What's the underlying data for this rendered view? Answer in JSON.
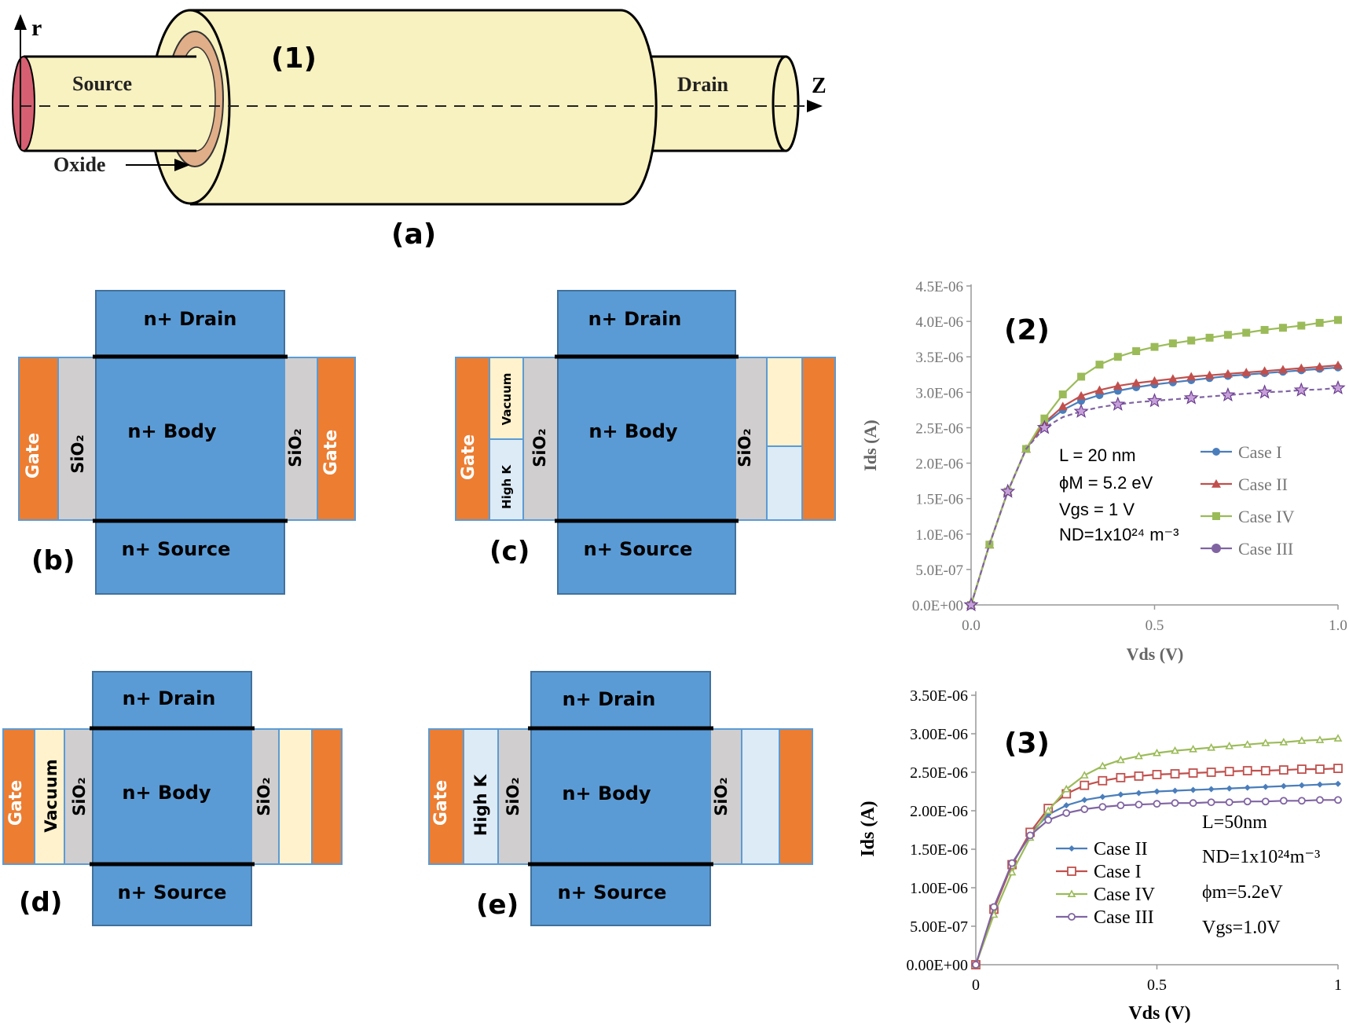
{
  "panel_a": {
    "axis_r": "r",
    "axis_z": "Z",
    "region_number": "(1)",
    "source": "Source",
    "drain": "Drain",
    "oxide": "Oxide",
    "caption": "(a)"
  },
  "structures": {
    "drain": "n+ Drain",
    "body": "n+ Body",
    "source": "n+ Source",
    "gate": "Gate",
    "sio2": "SiO₂",
    "vacuum": "Vacuum",
    "highk": "High K",
    "captions": {
      "b": "(b)",
      "c": "(c)",
      "d": "(d)",
      "e": "(e)"
    }
  },
  "chart2": {
    "label": "(2)",
    "ylabel": "Ids (A)",
    "xlabel": "Vds (V)",
    "yticks": [
      "0.0E+00",
      "5.0E-07",
      "1.0E-06",
      "1.5E-06",
      "2.0E-06",
      "2.5E-06",
      "3.0E-06",
      "3.5E-06",
      "4.0E-06",
      "4.5E-06"
    ],
    "xticks": [
      "0.0",
      "0.5",
      "1.0"
    ],
    "annotations": [
      "L = 20 nm",
      "ϕM = 5.2 eV",
      "Vgs = 1 V",
      "ND=1x10²⁴ m⁻³"
    ],
    "legend": [
      "Case I",
      "Case II",
      "Case IV",
      "Case III"
    ]
  },
  "chart3": {
    "label": "(3)",
    "ylabel": "Ids (A)",
    "xlabel": "Vds (V)",
    "yticks": [
      "0.00E+00",
      "5.00E-07",
      "1.00E-06",
      "1.50E-06",
      "2.00E-06",
      "2.50E-06",
      "3.00E-06",
      "3.50E-06"
    ],
    "xticks": [
      "0",
      "0.5",
      "1"
    ],
    "annotations": [
      "L=50nm",
      "ND=1x10²⁴m⁻³",
      "ϕm=5.2eV",
      "Vgs=1.0V"
    ],
    "legend": [
      "Case II",
      "Case I",
      "Case IV",
      "Case III"
    ]
  },
  "chart_data": [
    {
      "type": "line",
      "title": "(2)",
      "xlabel": "Vds (V)",
      "ylabel": "Ids (A)",
      "xlim": [
        0,
        1.0
      ],
      "ylim": [
        0,
        4.5e-06
      ],
      "x": [
        0,
        0.05,
        0.1,
        0.15,
        0.2,
        0.25,
        0.3,
        0.35,
        0.4,
        0.45,
        0.5,
        0.55,
        0.6,
        0.65,
        0.7,
        0.75,
        0.8,
        0.85,
        0.9,
        0.95,
        1.0
      ],
      "series": [
        {
          "name": "Case I",
          "color": "#4a7ebb",
          "values": [
            0,
            8.5e-07,
            1.6e-06,
            2.2e-06,
            2.55e-06,
            2.75e-06,
            2.88e-06,
            2.96e-06,
            3.02e-06,
            3.07e-06,
            3.11e-06,
            3.14e-06,
            3.17e-06,
            3.2e-06,
            3.23e-06,
            3.25e-06,
            3.27e-06,
            3.29e-06,
            3.31e-06,
            3.33e-06,
            3.35e-06
          ]
        },
        {
          "name": "Case II",
          "color": "#c0504d",
          "values": [
            0,
            8.5e-07,
            1.6e-06,
            2.2e-06,
            2.57e-06,
            2.8e-06,
            2.95e-06,
            3.03e-06,
            3.09e-06,
            3.13e-06,
            3.16e-06,
            3.19e-06,
            3.22e-06,
            3.24e-06,
            3.26e-06,
            3.28e-06,
            3.3e-06,
            3.32e-06,
            3.34e-06,
            3.36e-06,
            3.38e-06
          ]
        },
        {
          "name": "Case IV",
          "color": "#9bbb59",
          "values": [
            0,
            8.5e-07,
            1.6e-06,
            2.2e-06,
            2.63e-06,
            2.97e-06,
            3.22e-06,
            3.39e-06,
            3.5e-06,
            3.58e-06,
            3.64e-06,
            3.69e-06,
            3.73e-06,
            3.77e-06,
            3.81e-06,
            3.84e-06,
            3.88e-06,
            3.91e-06,
            3.94e-06,
            3.98e-06,
            4.02e-06
          ]
        },
        {
          "name": "Case III",
          "color": "#8064a2",
          "values": [
            0,
            8.5e-07,
            1.6e-06,
            2.2e-06,
            2.5e-06,
            2.65e-06,
            2.73e-06,
            2.79e-06,
            2.83e-06,
            2.86e-06,
            2.88e-06,
            2.9e-06,
            2.92e-06,
            2.94e-06,
            2.96e-06,
            2.98e-06,
            3e-06,
            3.01e-06,
            3.03e-06,
            3.04e-06,
            3.06e-06
          ]
        }
      ]
    },
    {
      "type": "line",
      "title": "(3)",
      "xlabel": "Vds (V)",
      "ylabel": "Ids (A)",
      "xlim": [
        0,
        1
      ],
      "ylim": [
        0,
        3.5e-06
      ],
      "x": [
        0,
        0.05,
        0.1,
        0.15,
        0.2,
        0.25,
        0.3,
        0.35,
        0.4,
        0.45,
        0.5,
        0.55,
        0.6,
        0.65,
        0.7,
        0.75,
        0.8,
        0.85,
        0.9,
        0.95,
        1.0
      ],
      "series": [
        {
          "name": "Case II",
          "color": "#4a7ebb",
          "values": [
            0,
            7.2e-07,
            1.3e-06,
            1.7e-06,
            1.95e-06,
            2.07e-06,
            2.14e-06,
            2.18e-06,
            2.21e-06,
            2.23e-06,
            2.25e-06,
            2.26e-06,
            2.27e-06,
            2.28e-06,
            2.29e-06,
            2.3e-06,
            2.31e-06,
            2.32e-06,
            2.33e-06,
            2.34e-06,
            2.35e-06
          ]
        },
        {
          "name": "Case I",
          "color": "#c0504d",
          "values": [
            0,
            7.2e-07,
            1.3e-06,
            1.72e-06,
            2.03e-06,
            2.22e-06,
            2.33e-06,
            2.39e-06,
            2.43e-06,
            2.45e-06,
            2.47e-06,
            2.48e-06,
            2.49e-06,
            2.5e-06,
            2.51e-06,
            2.52e-06,
            2.52e-06,
            2.53e-06,
            2.54e-06,
            2.54e-06,
            2.55e-06
          ]
        },
        {
          "name": "Case IV",
          "color": "#9bbb59",
          "values": [
            0,
            6.5e-07,
            1.2e-06,
            1.65e-06,
            2e-06,
            2.28e-06,
            2.46e-06,
            2.58e-06,
            2.66e-06,
            2.71e-06,
            2.75e-06,
            2.78e-06,
            2.8e-06,
            2.82e-06,
            2.84e-06,
            2.86e-06,
            2.88e-06,
            2.89e-06,
            2.91e-06,
            2.92e-06,
            2.94e-06
          ]
        },
        {
          "name": "Case III",
          "color": "#8064a2",
          "values": [
            0,
            7.5e-07,
            1.32e-06,
            1.68e-06,
            1.88e-06,
            1.97e-06,
            2.02e-06,
            2.05e-06,
            2.07e-06,
            2.08e-06,
            2.09e-06,
            2.1e-06,
            2.1e-06,
            2.11e-06,
            2.11e-06,
            2.12e-06,
            2.12e-06,
            2.13e-06,
            2.13e-06,
            2.14e-06,
            2.14e-06
          ]
        }
      ]
    }
  ]
}
